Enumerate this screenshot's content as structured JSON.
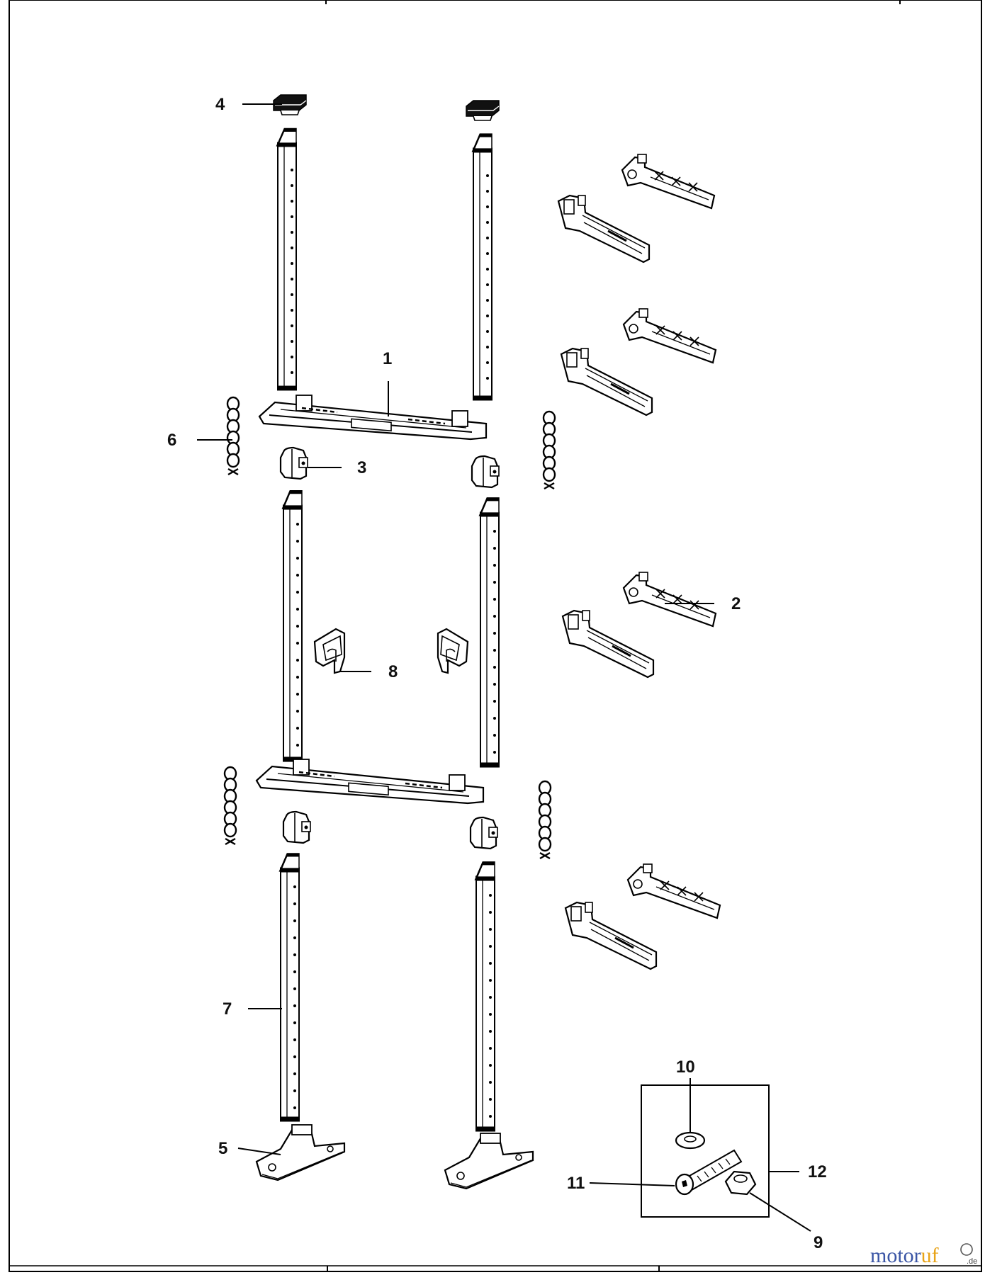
{
  "diagram": {
    "callouts": {
      "c1": "1",
      "c2": "2",
      "c3": "3",
      "c4": "4",
      "c5": "5",
      "c6": "6",
      "c7": "7",
      "c8": "8",
      "c9": "9",
      "c10": "10",
      "c11": "11",
      "c12": "12"
    },
    "watermark": {
      "part_a": "motor",
      "part_b": "uf",
      "suffix": ".de",
      "colors": {
        "part_a": "#3a55a5",
        "part_b": "#e8a317"
      }
    }
  }
}
